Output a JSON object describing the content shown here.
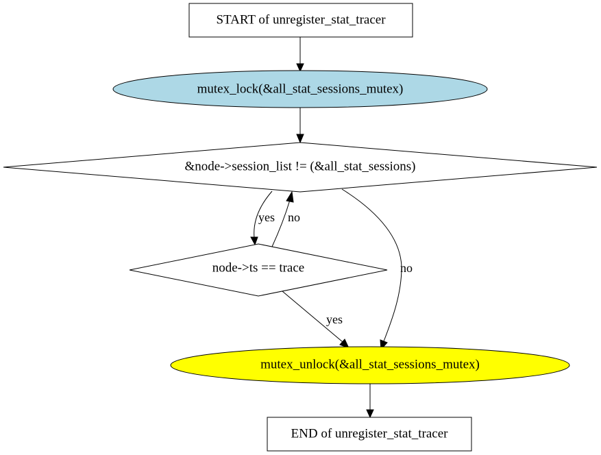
{
  "diagram": {
    "nodes": {
      "start": {
        "label": "START of unregister_stat_tracer",
        "shape": "box",
        "fill": "#ffffff"
      },
      "lock": {
        "label": "mutex_lock(&all_stat_sessions_mutex)",
        "shape": "ellipse",
        "fill": "#add8e6"
      },
      "loop_cond": {
        "label": "&node->session_list != (&all_stat_sessions)",
        "shape": "diamond",
        "fill": "#ffffff"
      },
      "ts_cond": {
        "label": "node->ts == trace",
        "shape": "diamond",
        "fill": "#ffffff"
      },
      "unlock": {
        "label": "mutex_unlock(&all_stat_sessions_mutex)",
        "shape": "ellipse",
        "fill": "#ffff00"
      },
      "end": {
        "label": "END of unregister_stat_tracer",
        "shape": "box",
        "fill": "#ffffff"
      }
    },
    "edges": {
      "start_to_lock": {
        "from": "start",
        "to": "lock",
        "label": ""
      },
      "lock_to_loop": {
        "from": "lock",
        "to": "loop_cond",
        "label": ""
      },
      "loop_yes_to_ts": {
        "from": "loop_cond",
        "to": "ts_cond",
        "label": "yes"
      },
      "ts_no_to_loop": {
        "from": "ts_cond",
        "to": "loop_cond",
        "label": "no"
      },
      "loop_no_to_unlock": {
        "from": "loop_cond",
        "to": "unlock",
        "label": "no"
      },
      "ts_yes_to_unlock": {
        "from": "ts_cond",
        "to": "unlock",
        "label": "yes"
      },
      "unlock_to_end": {
        "from": "unlock",
        "to": "end",
        "label": ""
      }
    }
  }
}
